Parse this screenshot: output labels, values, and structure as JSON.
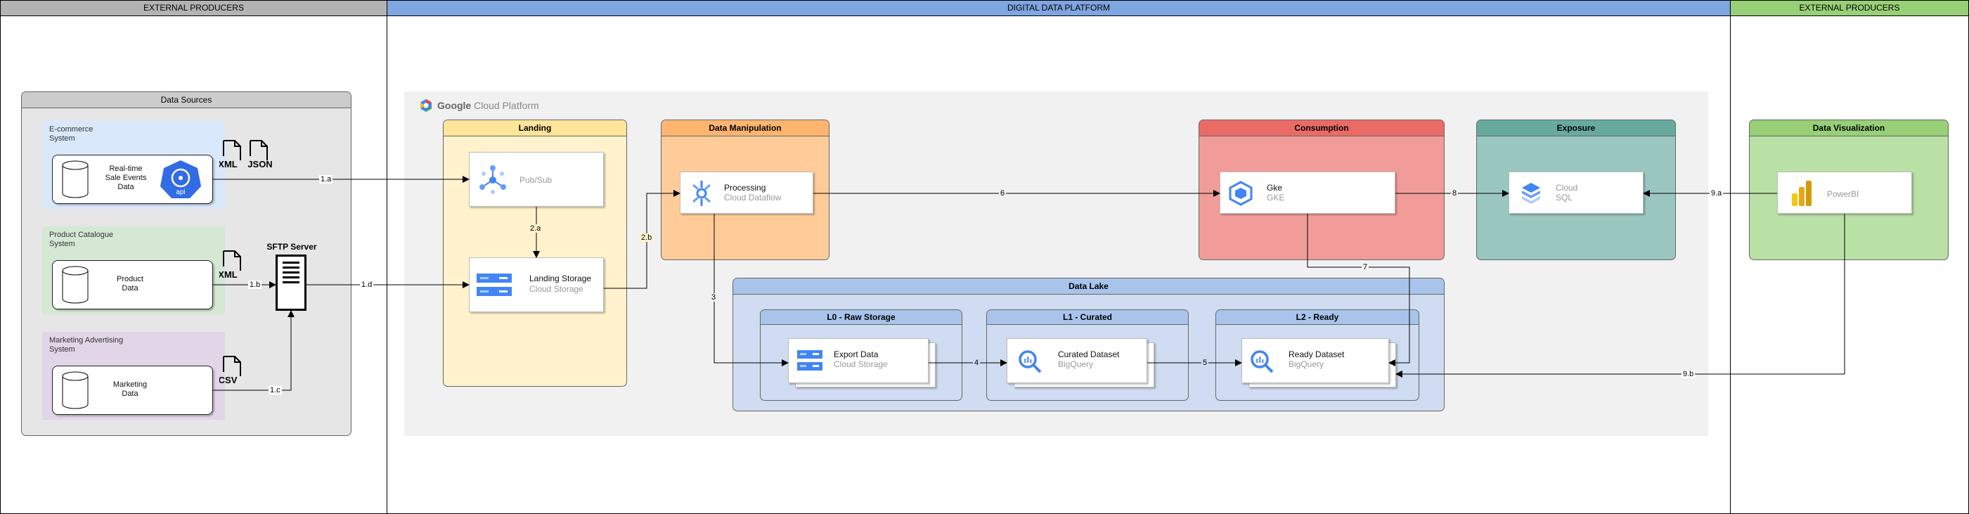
{
  "lanes": [
    {
      "title": "EXTERNAL PRODUCERS",
      "color": "#b3b3b3"
    },
    {
      "title": "DIGITAL DATA PLATFORM",
      "color": "#7ea6e0"
    },
    {
      "title": "EXTERNAL PRODUCERS",
      "color": "#97d077"
    }
  ],
  "data_sources": {
    "title": "Data Sources",
    "systems": [
      {
        "name": "E-commerce\nSystem",
        "db_label": "Real-time\nSale Events\nData",
        "badges": [
          "XML",
          "JSON"
        ],
        "api_label": "api"
      },
      {
        "name": "Product Catalogue\nSystem",
        "db_label": "Product\nData",
        "badges": [
          "XML"
        ]
      },
      {
        "name": "Marketing Advertising\nSystem",
        "db_label": "Marketing\nData",
        "badges": [
          "CSV"
        ]
      }
    ]
  },
  "sftp": {
    "label": "SFTP Server"
  },
  "gcp": {
    "google": "Google",
    "cloud": "Cloud Platform"
  },
  "landing": {
    "title": "Landing",
    "pubsub": {
      "title": "Pub/Sub"
    },
    "storage": {
      "title": "Landing Storage",
      "subtitle": "Cloud Storage"
    }
  },
  "manipulation": {
    "title": "Data Manipulation",
    "processing": {
      "title": "Processing",
      "subtitle": "Cloud Dataflow"
    }
  },
  "consumption": {
    "title": "Consumption",
    "gke": {
      "title": "Gke",
      "subtitle": "GKE"
    }
  },
  "exposure": {
    "title": "Exposure",
    "sql": {
      "title": "Cloud\nSQL"
    }
  },
  "visualization": {
    "title": "Data Visualization",
    "powerbi": {
      "title": "PowerBI"
    }
  },
  "data_lake": {
    "title": "Data Lake",
    "l0": {
      "title": "L0 - Raw Storage",
      "card": {
        "title": "Export Data",
        "subtitle": "Cloud Storage"
      }
    },
    "l1": {
      "title": "L1 - Curated",
      "card": {
        "title": "Curated Dataset",
        "subtitle": "BigQuery"
      }
    },
    "l2": {
      "title": "L2 - Ready",
      "card": {
        "title": "Ready Dataset",
        "subtitle": "BigQuery"
      }
    }
  },
  "edges": {
    "e1a": "1.a",
    "e1b": "1.b",
    "e1c": "1.c",
    "e1d": "1.d",
    "e2a": "2.a",
    "e2b": "2.b",
    "e3": "3",
    "e4": "4",
    "e5": "5",
    "e6": "6",
    "e7": "7",
    "e8": "8",
    "e9a": "9.a",
    "e9b": "9.b"
  },
  "colors": {
    "lane_gray": "#b3b3b3",
    "lane_blue": "#7ea6e0",
    "lane_green": "#97d077",
    "data_sources_bg": "#e6e6e6",
    "ecommerce_bg": "#dae8fc",
    "catalogue_bg": "#d5e8d4",
    "marketing_bg": "#e1d5e7",
    "landing_bg": "#fff2cc",
    "landing_head": "#ffe599",
    "manip_bg": "#ffcc99",
    "manip_head": "#ffb570",
    "consumption_bg": "#f19c99",
    "consumption_head": "#ea6b66",
    "exposure_bg": "#9ac7bf",
    "exposure_head": "#67ab9f",
    "viz_bg": "#b9e0a5",
    "viz_head": "#97d077",
    "lake_bg": "#cfdcf1",
    "lake_head": "#a9c4eb",
    "gcp_bg": "#f1f1f1",
    "gcp_icon_blue": "#4285f4"
  }
}
